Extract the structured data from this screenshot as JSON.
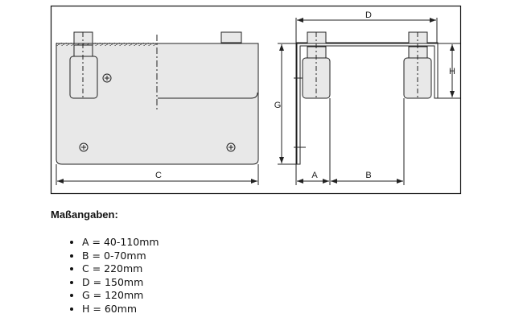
{
  "drawing": {
    "labels": {
      "C": "C",
      "D": "D",
      "G": "G",
      "H": "H",
      "A": "A",
      "B": "B"
    }
  },
  "specs": {
    "heading": "Maßangaben:",
    "items": [
      "A = 40-110mm",
      "B = 0-70mm",
      "C = 220mm",
      "D = 150mm",
      "G = 120mm",
      "H = 60mm"
    ]
  }
}
